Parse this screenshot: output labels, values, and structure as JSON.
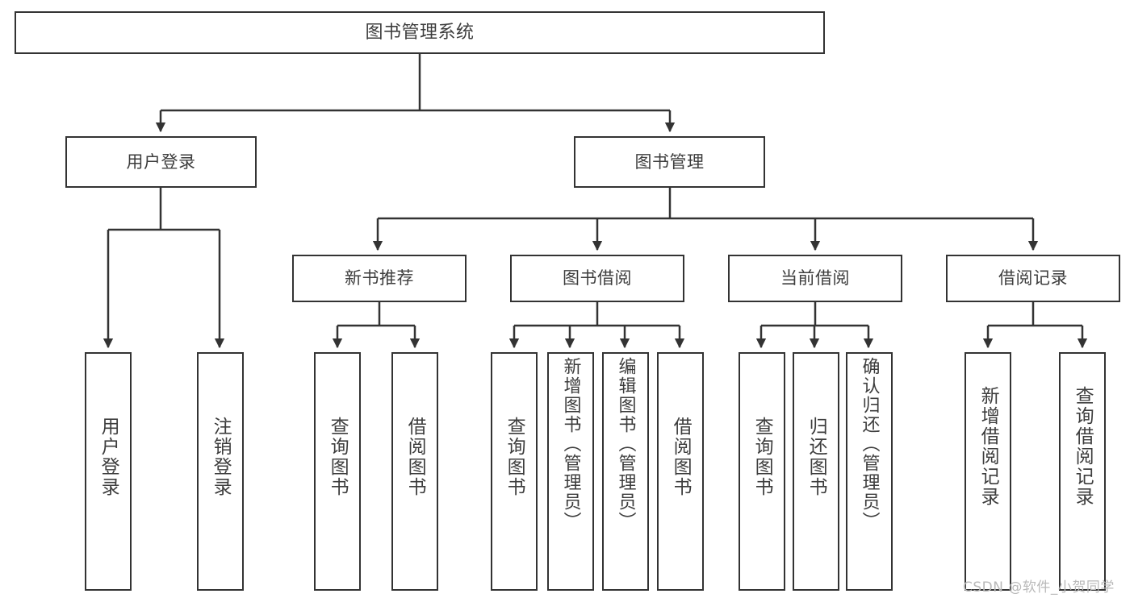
{
  "diagram": {
    "title": "图书管理系统",
    "type": "tree",
    "watermark": "CSDN @软件_小贺同学",
    "colors": {
      "box_border": "#333333",
      "box_fill": "#ffffff",
      "connector": "#333333",
      "text": "#3d3d3d",
      "watermark": "#b9b9b9"
    },
    "root": {
      "label": "图书管理系统"
    },
    "level2": [
      {
        "label": "用户登录"
      },
      {
        "label": "图书管理"
      }
    ],
    "level3": [
      {
        "label": "新书推荐"
      },
      {
        "label": "图书借阅"
      },
      {
        "label": "当前借阅"
      },
      {
        "label": "借阅记录"
      }
    ],
    "leaves": {
      "user_login": [
        {
          "label": "用户登录"
        },
        {
          "label": "注销登录"
        }
      ],
      "new_book": [
        {
          "label": "查询图书"
        },
        {
          "label": "借阅图书"
        }
      ],
      "book_borrow": [
        {
          "label": "查询图书"
        },
        {
          "label": "新增图书（管理员）"
        },
        {
          "label": "编辑图书（管理员）"
        },
        {
          "label": "借阅图书"
        }
      ],
      "current_borrow": [
        {
          "label": "查询图书"
        },
        {
          "label": "归还图书"
        },
        {
          "label": "确认归还（管理员）"
        }
      ],
      "borrow_record": [
        {
          "label": "新增借阅记录"
        },
        {
          "label": "查询借阅记录"
        }
      ]
    }
  }
}
